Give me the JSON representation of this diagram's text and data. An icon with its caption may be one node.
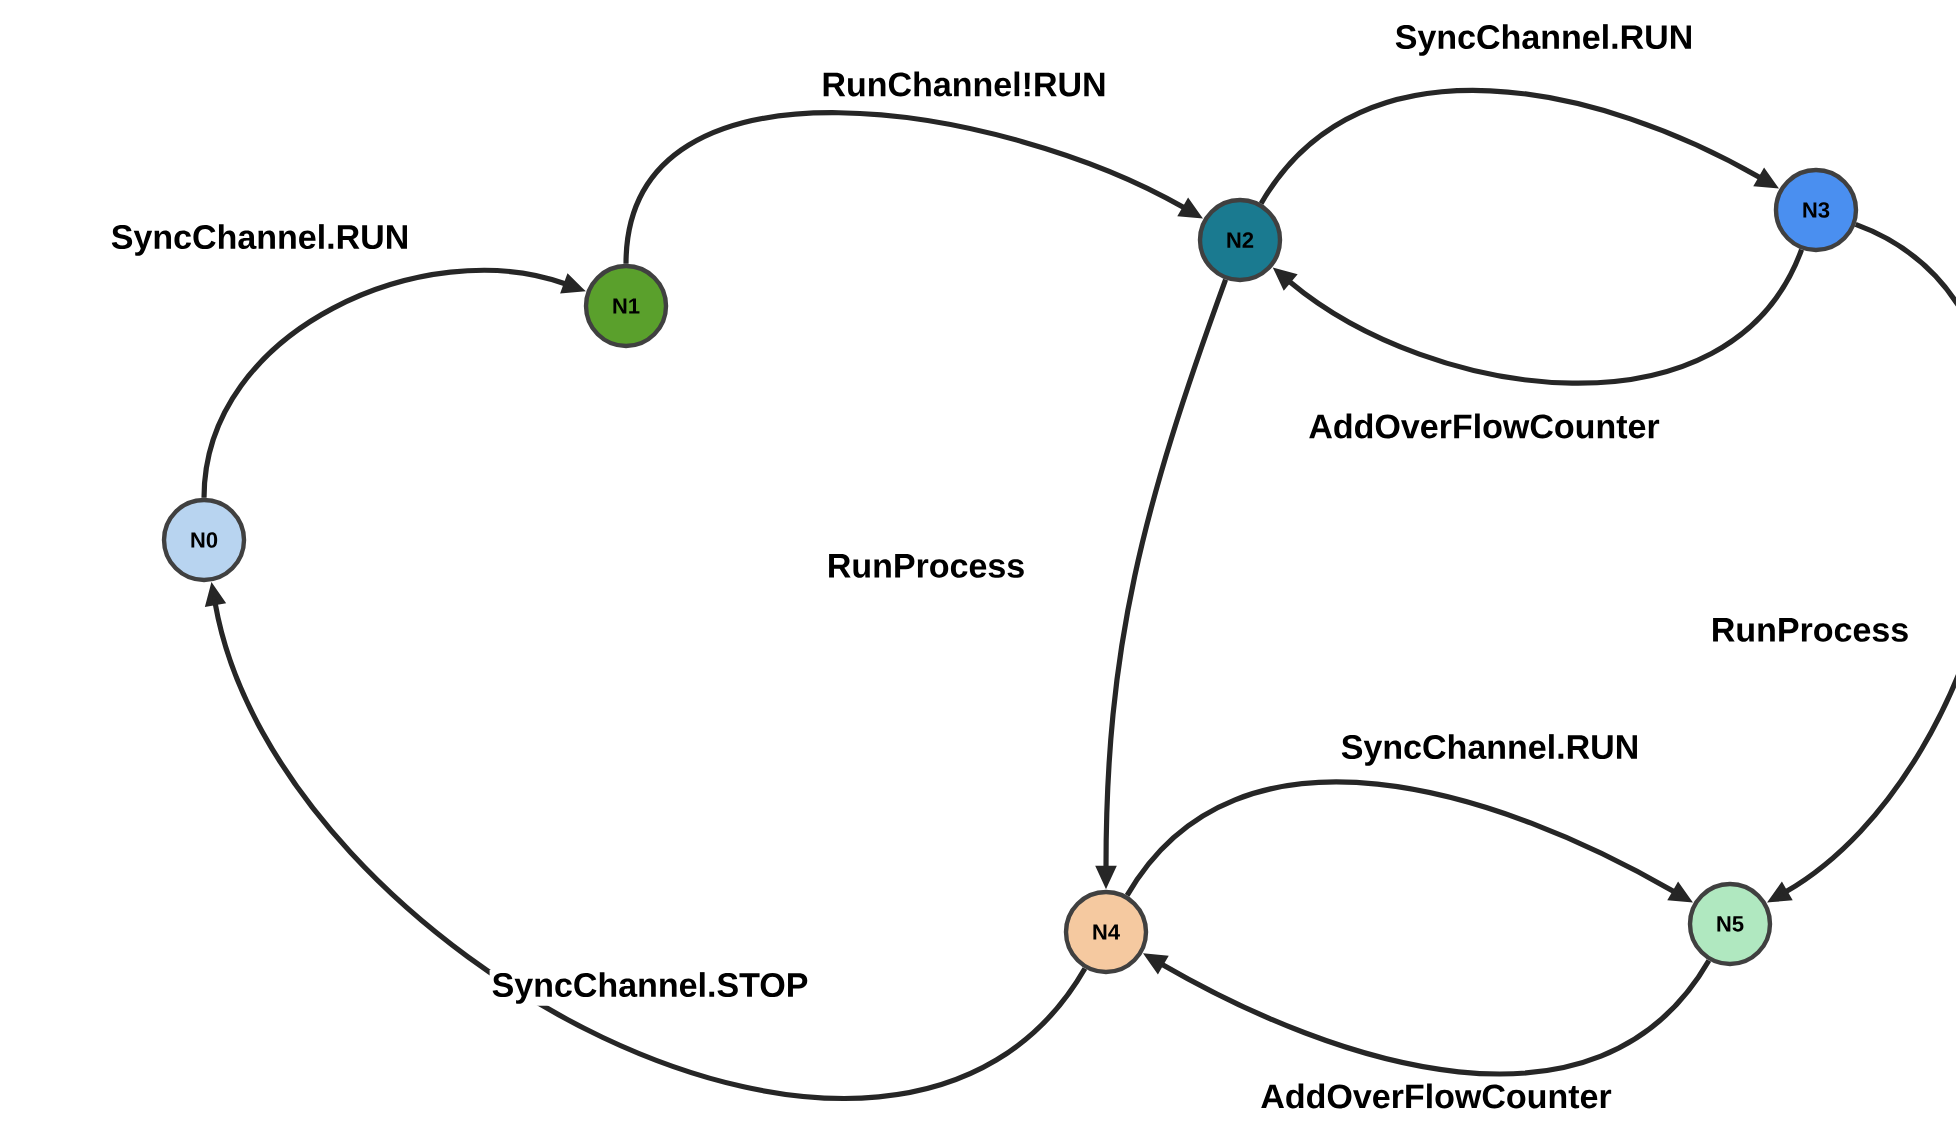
{
  "diagram": {
    "nodes": [
      {
        "text": [
          "N0"
        ]
      },
      {
        "text": [
          "N1"
        ]
      },
      {
        "text": [
          "N2"
        ]
      },
      {
        "text": [
          "N3"
        ]
      },
      {
        "text": [
          "N4"
        ]
      },
      {
        "text": [
          "N5"
        ]
      }
    ],
    "edges": [
      {
        "from": 0,
        "to": 1,
        "arrow": "to",
        "label": "SyncChannel.RUN"
      },
      {
        "from": 1,
        "to": 2,
        "arrow": "to",
        "label": "RunChannel!RUN"
      },
      {
        "from": 2,
        "to": 3,
        "arrow": "to",
        "label": "SyncChannel.RUN"
      },
      {
        "from": 3,
        "to": 2,
        "arrow": "to",
        "label": "AddOverFlowCounter"
      },
      {
        "from": 2,
        "to": 4,
        "arrow": "to",
        "label": "RunProcess"
      },
      {
        "from": 3,
        "to": 5,
        "arrow": "to",
        "label": "RunProcess"
      },
      {
        "from": 4,
        "to": 5,
        "arrow": "to",
        "label": "SyncChannel.RUN"
      },
      {
        "from": 5,
        "to": 4,
        "arrow": "to",
        "label": "AddOverFlowCounter"
      },
      {
        "from": 4,
        "to": 0,
        "arrow": "to",
        "label": "SyncChannel.STOP"
      }
    ]
  }
}
